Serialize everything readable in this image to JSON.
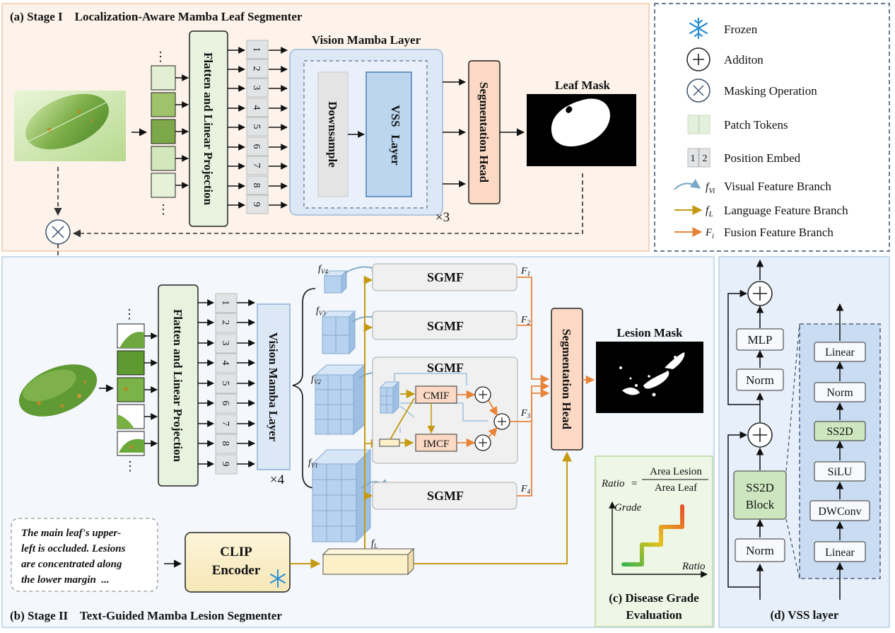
{
  "panels": {
    "a_title": "(a) Stage I    Localization-Aware Mamba Leaf Segmenter",
    "b_title": "(b) Stage II    Text-Guided Mamba Lesion Segmenter",
    "c_title_1": "(c) Disease Grade",
    "c_title_2": "Evaluation",
    "d_title": "(d) VSS layer"
  },
  "legend": {
    "frozen": "Frozen",
    "addition": "Additon",
    "masking": "Masking Operation",
    "patch_tokens": "Patch Tokens",
    "position_embed": "Position Embed",
    "pos_nums": [
      "1",
      "2"
    ],
    "visual_sym": "f",
    "visual_sub": "Vi",
    "visual": "Visual Feature Branch",
    "language_sym": "f",
    "language_sub": "L",
    "language": "Language Feature Branch",
    "fusion_sym": "F",
    "fusion_sub": "i",
    "fusion": "Fusion Feature Branch"
  },
  "stage1": {
    "flatten": "Flatten and Linear Projection",
    "tokens": [
      "1",
      "2",
      "3",
      "4",
      "5",
      "6",
      "7",
      "8",
      "9"
    ],
    "vision_mamba_title": "Vision Mamba Layer",
    "downsample": "Downsample",
    "vss_1": "VSS",
    "vss_2": "Layer",
    "repeat": "×3",
    "seg_head": "Segmentation Head",
    "leaf_mask": "Leaf Mask",
    "dots": "⋮"
  },
  "stage2": {
    "flatten": "Flatten and Linear Projection",
    "tokens": [
      "1",
      "2",
      "3",
      "4",
      "5",
      "6",
      "7",
      "8",
      "9"
    ],
    "vision_mamba": "Vision Mamba Layer",
    "repeat": "×4",
    "sgmf": "SGMF",
    "cmif": "CMIF",
    "imcf": "IMCF",
    "seg_head": "Segmentation Head",
    "lesion_mask": "Lesion Mask",
    "f_labels": [
      "F",
      "F",
      "F",
      "F"
    ],
    "f_subs": [
      "1",
      "2",
      "3",
      "4"
    ],
    "fv_sym": "f",
    "fv_subs": [
      "V4",
      "V3",
      "V2",
      "V1"
    ],
    "fl_sym": "f",
    "fl_sub": "L",
    "clip_1": "CLIP",
    "clip_2": "Encoder",
    "text_lines": [
      "The main leaf's upper-",
      "left is occluded. Lesions",
      "are concentrated along",
      "the lower margin  ..."
    ]
  },
  "panel_c": {
    "ratio": "Ratio",
    "eq": "=",
    "numerator": "Area Lesion",
    "denominator": "Area Leaf",
    "grade_axis": "Grade",
    "ratio_axis": "Ratio"
  },
  "vss": {
    "mlp": "MLP",
    "norm_top": "Norm",
    "ss2d_block_1": "SS2D",
    "ss2d_block_2": "Block",
    "norm_bottom": "Norm",
    "inner": [
      "Linear",
      "Norm",
      "SS2D",
      "SiLU",
      "DWConv",
      "Linear"
    ]
  },
  "colors": {
    "panel_a_bg": "#fdf3ea",
    "panel_b_bg": "#f4f7fb",
    "panel_c_bg": "#eef6e6",
    "panel_d_bg": "#e7effa",
    "green_box": "#e7f3df",
    "orange_box": "#fbd9c4",
    "blue_box": "#bcd6ef",
    "orange": "#e8843a",
    "gold": "#c49a12",
    "teal": "#7aa7c7"
  }
}
